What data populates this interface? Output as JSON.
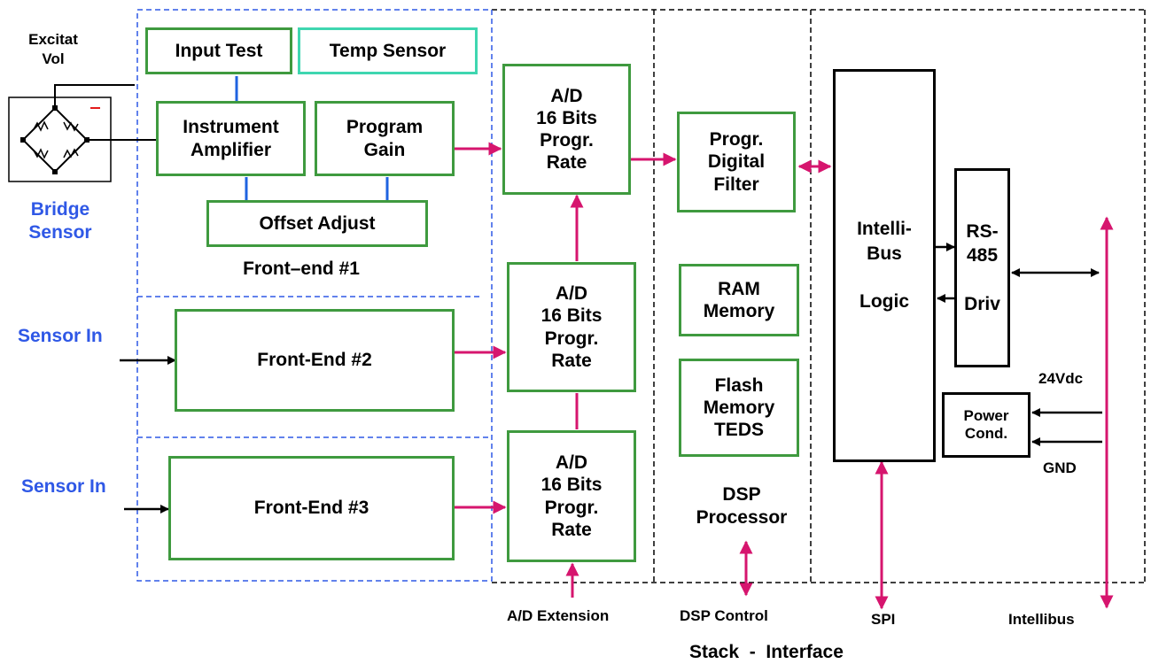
{
  "excitation_label": "Excitat\nVol",
  "bridge_sensor_label": "Bridge\nSensor",
  "sensor_in_2": "Sensor In",
  "sensor_in_3": "Sensor In",
  "front_end_1": {
    "input_test": "Input Test",
    "temp_sensor": "Temp Sensor",
    "instrument_amplifier": "Instrument\nAmplifier",
    "program_gain": "Program\nGain",
    "offset_adjust": "Offset Adjust",
    "title": "Front–end #1"
  },
  "front_end_2": "Front-End #2",
  "front_end_3": "Front-End #3",
  "adc_1": "A/D\n16 Bits\nProgr.\nRate",
  "adc_2": "A/D\n16 Bits\nProgr.\nRate",
  "adc_3": "A/D\n16 Bits\nProgr.\nRate",
  "digital_filter": "Progr.\nDigital\nFilter",
  "ram_memory": "RAM\nMemory",
  "flash_memory": "Flash\nMemory\nTEDS",
  "dsp_processor": "DSP\nProcessor",
  "intellibus_logic": "Intelli-\nBus\n\nLogic",
  "rs485_driver": "RS-\n485\n\nDriv",
  "power_cond": "Power\nCond.",
  "vdc_label": "24Vdc",
  "gnd_label": "GND",
  "ad_extension_label": "A/D Extension",
  "dsp_control_label": "DSP Control",
  "spi_label": "SPI",
  "intellibus_label": "Intellibus",
  "stack_interface_label": "Stack  -  Interface",
  "colors": {
    "block_border": "#3f9a3f",
    "temp_sensor_border": "#3fd6b0",
    "signal_arrow": "#d6156e",
    "label_blue": "#2f58e6",
    "partition_dash": "#2f58e6",
    "wire_blue": "#1f63e0"
  }
}
